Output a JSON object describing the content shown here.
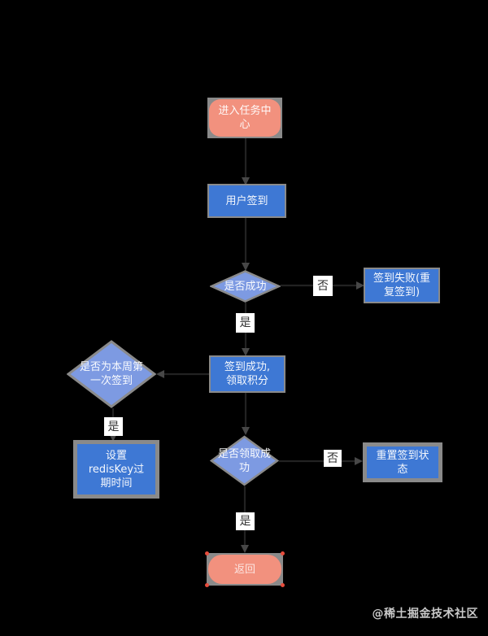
{
  "diagram": {
    "type": "flowchart",
    "nodes": {
      "start": {
        "label": "进入任务中\n心",
        "shape": "rounded-terminal",
        "fill": "#F2917E"
      },
      "user_checkin": {
        "label": "用户签到",
        "shape": "rect-process",
        "fill": "#3E78D4"
      },
      "is_success": {
        "label": "是否成功",
        "shape": "diamond-decision",
        "fill": "#7D9AE2"
      },
      "checkin_failed": {
        "label": "签到失败(重\n复签到)",
        "shape": "rect-process",
        "fill": "#3E78D4"
      },
      "checkin_success": {
        "label": "签到成功,\n领取积分",
        "shape": "rect-process",
        "fill": "#3E78D4"
      },
      "first_week_checkin": {
        "label": "是否为本周第\n一次签到",
        "shape": "diamond-decision",
        "fill": "#7D9AE2"
      },
      "set_redis_expire": {
        "label": "设置\nredisKey过\n期时间",
        "shape": "rect-process",
        "fill": "#3E78D4"
      },
      "claim_success": {
        "label": "是否领取成\n功",
        "shape": "diamond-decision",
        "fill": "#7D9AE2"
      },
      "reset_checkin": {
        "label": "重置签到状\n态",
        "shape": "rect-process",
        "fill": "#3E78D4"
      },
      "end_return": {
        "label": "返回",
        "shape": "rounded-terminal",
        "fill": "#F2917E"
      }
    },
    "edges": [
      {
        "from": "start",
        "to": "user_checkin",
        "label": ""
      },
      {
        "from": "user_checkin",
        "to": "is_success",
        "label": ""
      },
      {
        "from": "is_success",
        "to": "checkin_success",
        "label": "是"
      },
      {
        "from": "is_success",
        "to": "checkin_failed",
        "label": "否"
      },
      {
        "from": "checkin_success",
        "to": "first_week_checkin",
        "label": ""
      },
      {
        "from": "first_week_checkin",
        "to": "set_redis_expire",
        "label": "是"
      },
      {
        "from": "checkin_success",
        "to": "claim_success",
        "label": ""
      },
      {
        "from": "claim_success",
        "to": "reset_checkin",
        "label": "否"
      },
      {
        "from": "claim_success",
        "to": "end_return",
        "label": "是"
      }
    ],
    "colors": {
      "background": "#000000",
      "terminal_fill": "#F2917E",
      "process_fill": "#3E78D4",
      "decision_fill": "#7D9AE2",
      "selection_outline": "#8A8A8A",
      "edge_line": "#222222",
      "edge_arrow": "#474747",
      "edge_label_bg": "#FFFFFF",
      "edge_label_text": "#333333",
      "selection_handle": "#E74C3C"
    }
  },
  "watermark": {
    "text": "@稀土掘金技术社区"
  }
}
